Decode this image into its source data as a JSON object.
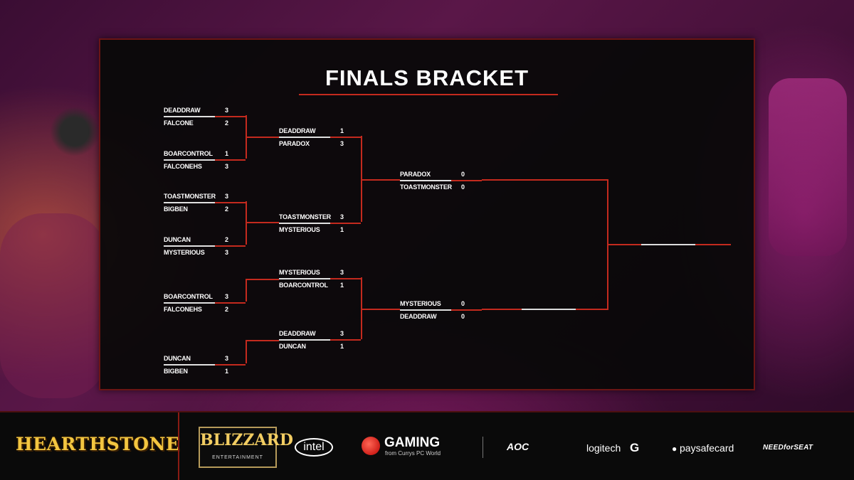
{
  "title": "FINALS BRACKET",
  "accent_color": "#c42a1e",
  "round1": [
    {
      "a": {
        "name": "DEADDRAW",
        "score": "3"
      },
      "b": {
        "name": "FALCONE",
        "score": "2"
      }
    },
    {
      "a": {
        "name": "BOARCONTROL",
        "score": "1"
      },
      "b": {
        "name": "FALCONEHS",
        "score": "3"
      }
    },
    {
      "a": {
        "name": "TOASTMONSTER",
        "score": "3"
      },
      "b": {
        "name": "BIGBEN",
        "score": "2"
      }
    },
    {
      "a": {
        "name": "DUNCAN",
        "score": "2"
      },
      "b": {
        "name": "MYSTERIOUS",
        "score": "3"
      }
    },
    {
      "a": {
        "name": "BOARCONTROL",
        "score": "3"
      },
      "b": {
        "name": "FALCONEHS",
        "score": "2"
      }
    },
    {
      "a": {
        "name": "DUNCAN",
        "score": "3"
      },
      "b": {
        "name": "BIGBEN",
        "score": "1"
      }
    }
  ],
  "round2": [
    {
      "a": {
        "name": "DEADDRAW",
        "score": "1"
      },
      "b": {
        "name": "PARADOX",
        "score": "3"
      }
    },
    {
      "a": {
        "name": "TOASTMONSTER",
        "score": "3"
      },
      "b": {
        "name": "MYSTERIOUS",
        "score": "1"
      }
    },
    {
      "a": {
        "name": "MYSTERIOUS",
        "score": "3"
      },
      "b": {
        "name": "BOARCONTROL",
        "score": "1"
      }
    },
    {
      "a": {
        "name": "DEADDRAW",
        "score": "3"
      },
      "b": {
        "name": "DUNCAN",
        "score": "1"
      }
    }
  ],
  "round3": [
    {
      "a": {
        "name": "PARADOX",
        "score": "0"
      },
      "b": {
        "name": "TOASTMONSTER",
        "score": "0"
      }
    },
    {
      "a": {
        "name": "MYSTERIOUS",
        "score": "0"
      },
      "b": {
        "name": "DEADDRAW",
        "score": "0"
      }
    }
  ],
  "footer": {
    "hearthstone": "HEARTHSTONE",
    "blizzard": "BLIZZARD",
    "blizzard_sub": "ENTERTAINMENT",
    "intel": "intel",
    "gaming": "GAMING",
    "gaming_sub": "from Currys PC World",
    "aoc": "AOC",
    "logitech": "logitech",
    "paysafecard": "paysafecard",
    "needforseat": "NEEDforSEAT"
  }
}
